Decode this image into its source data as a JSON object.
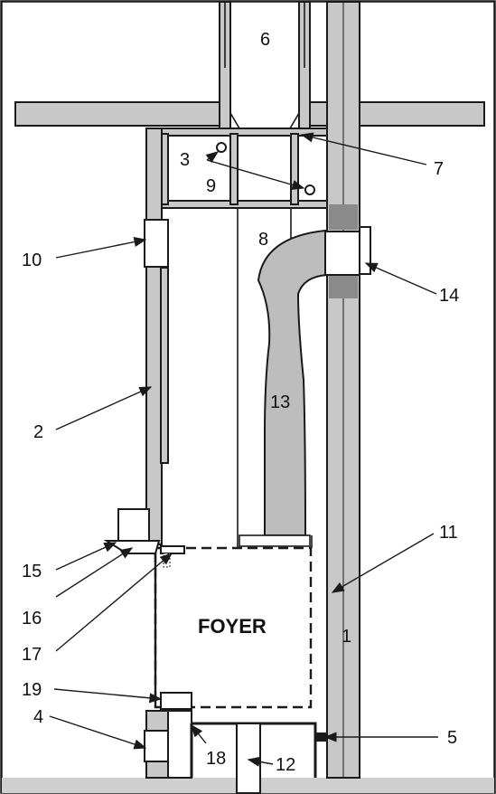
{
  "diagram": {
    "foyer_label": "FOYER",
    "callouts": [
      {
        "id": "c1",
        "text": "1"
      },
      {
        "id": "c2",
        "text": "2"
      },
      {
        "id": "c3",
        "text": "3"
      },
      {
        "id": "c4",
        "text": "4"
      },
      {
        "id": "c5",
        "text": "5"
      },
      {
        "id": "c6",
        "text": "6"
      },
      {
        "id": "c7",
        "text": "7"
      },
      {
        "id": "c8",
        "text": "8"
      },
      {
        "id": "c9",
        "text": "9"
      },
      {
        "id": "c10",
        "text": "10"
      },
      {
        "id": "c11",
        "text": "11"
      },
      {
        "id": "c12",
        "text": "12"
      },
      {
        "id": "c13",
        "text": "13"
      },
      {
        "id": "c14",
        "text": "14"
      },
      {
        "id": "c15",
        "text": "15"
      },
      {
        "id": "c16",
        "text": "16"
      },
      {
        "id": "c17",
        "text": "17"
      },
      {
        "id": "c18",
        "text": "18"
      },
      {
        "id": "c19",
        "text": "19"
      }
    ]
  }
}
